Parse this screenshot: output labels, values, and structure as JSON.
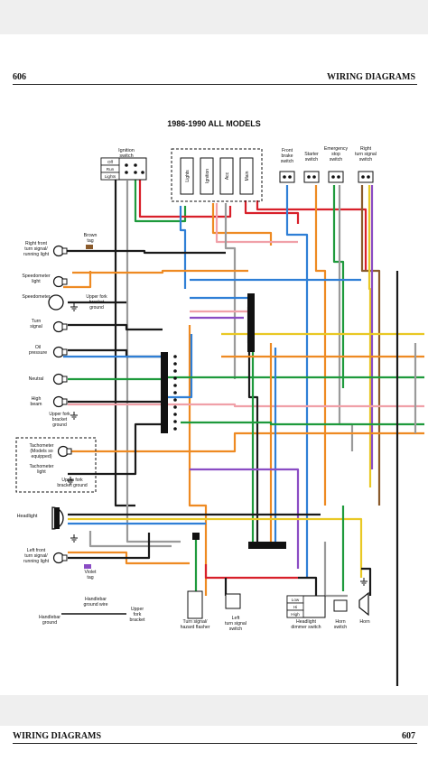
{
  "header": {
    "page_left": "606",
    "title_right": "WIRING DIAGRAMS"
  },
  "footer": {
    "title_left": "WIRING DIAGRAMS",
    "page_right": "607"
  },
  "diagram_title": "1986-1990 ALL MODELS",
  "labels": {
    "ignition_switch": [
      "Ignition",
      "switch"
    ],
    "ign_positions": [
      "Off",
      "Run",
      "Lights"
    ],
    "switch_columns": [
      "Lights",
      "Ignition",
      "Acc",
      "Main"
    ],
    "front_brake": [
      "Front",
      "brake",
      "switch"
    ],
    "starter": [
      "Starter",
      "switch"
    ],
    "emergency": [
      "Emergency",
      "stop",
      "switch"
    ],
    "right_signal_switch": [
      "Right",
      "turn signal",
      "switch"
    ],
    "brown_tag": [
      "Brown",
      "tag"
    ],
    "right_front": [
      "Right front",
      "turn signal/",
      "running light"
    ],
    "speedo_light": [
      "Speedometer",
      "light"
    ],
    "speedometer": "Speedometer",
    "upper_fork": [
      "Upper fork",
      "bracket",
      "ground"
    ],
    "turn_signal": [
      "Turn",
      "signal"
    ],
    "oil_pressure": [
      "Oil",
      "pressure"
    ],
    "neutral": "Neutral",
    "high_beam": [
      "High",
      "beam"
    ],
    "upper_fork_2": [
      "Upper fork",
      "bracket",
      "ground"
    ],
    "tachometer_box": [
      "Tachometer",
      "(Models so",
      "equipped)"
    ],
    "tach_light": [
      "Tachometer",
      "light"
    ],
    "upper_fork_3": [
      "Upper fork",
      "bracket ground"
    ],
    "headlight": "Headlight",
    "left_front": [
      "Left front",
      "turn signal/",
      "running light"
    ],
    "violet_tag": [
      "Violet",
      "tag"
    ],
    "handlebar_ground_wire": [
      "Handlebar",
      "ground wire"
    ],
    "handlebar_ground": [
      "Handlebar",
      "ground"
    ],
    "upper_fork_4": [
      "Upper",
      "fork",
      "bracket"
    ],
    "flasher": [
      "Turn signal/",
      "hazard flasher"
    ],
    "left_signal_switch": [
      "Left",
      "turn signal",
      "switch"
    ],
    "dimmer_positions": [
      "Low",
      "Hi",
      "High"
    ],
    "dimmer": [
      "Headlight",
      "dimmer switch"
    ],
    "horn_switch": [
      "Horn",
      "switch"
    ],
    "horn": "Horn"
  },
  "colors": {
    "black": "#1a1a1a",
    "red": "#d8202a",
    "green": "#1e9a3c",
    "blue": "#2f7fd6",
    "orange": "#ee8a22",
    "yellow": "#e9c824",
    "violet": "#8a4cc4",
    "pink": "#f0a0a8",
    "brown": "#8a5a2b",
    "gray": "#9a9a9a",
    "white": "#ffffff"
  }
}
